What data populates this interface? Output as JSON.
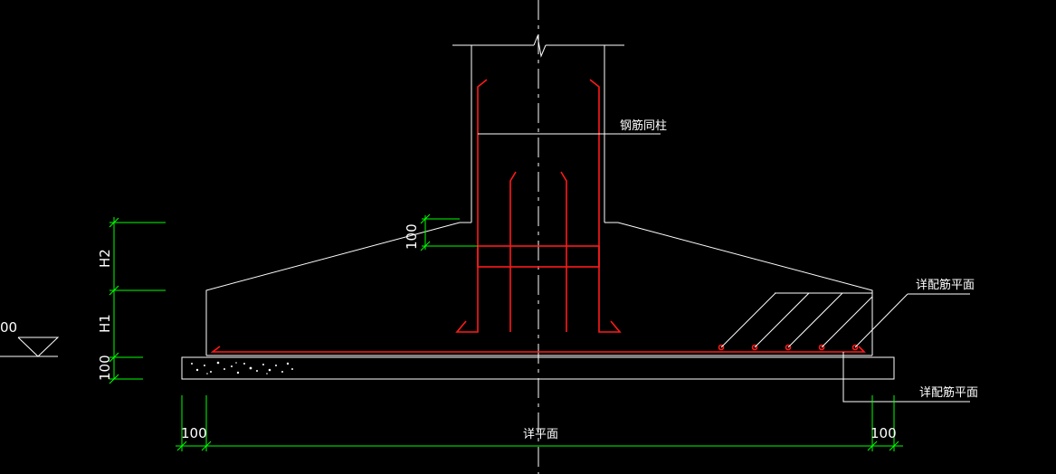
{
  "colors": {
    "background": "#000000",
    "outline": "#ffffff",
    "rebar": "#ff1a1a",
    "dimension": "#00ff00"
  },
  "labels": {
    "column_rebar_note": "钢筋同柱",
    "slab_rebar_note": "详配筋平面",
    "base_rebar_note": "详配筋平面",
    "plan_note": "详平面",
    "dim_h2": "H2",
    "dim_h1": "H1",
    "dim_cushion": "100",
    "dim_anchor": "100",
    "dim_left_edge": "100",
    "dim_right_edge": "100",
    "elevation_value": "00"
  }
}
